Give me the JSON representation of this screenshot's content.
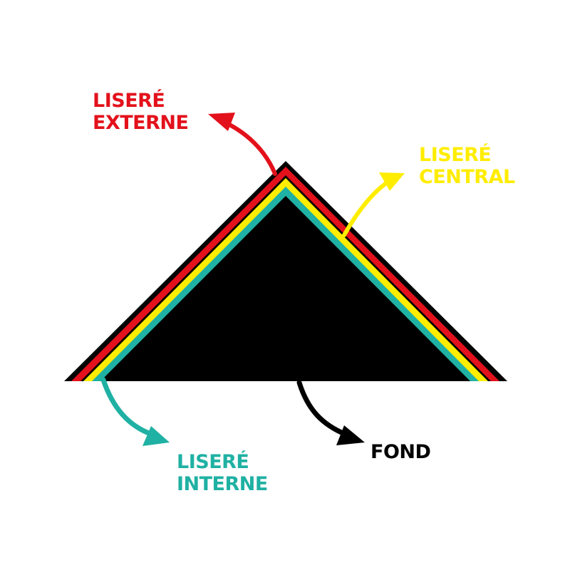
{
  "colors": {
    "background": "#ffffff",
    "fond": "#000000",
    "lisere_externe": "#e3111b",
    "lisere_central": "#ffed00",
    "lisere_interne": "#1fb1a3",
    "outline": "#000000"
  },
  "labels": {
    "outer": {
      "line1": "LISERÉ",
      "line2": "EXTERNE"
    },
    "center": {
      "line1": "LISERÉ",
      "line2": "CENTRAL"
    },
    "inner": {
      "line1": "LISERÉ",
      "line2": "INTERNE"
    },
    "background": "FOND"
  }
}
